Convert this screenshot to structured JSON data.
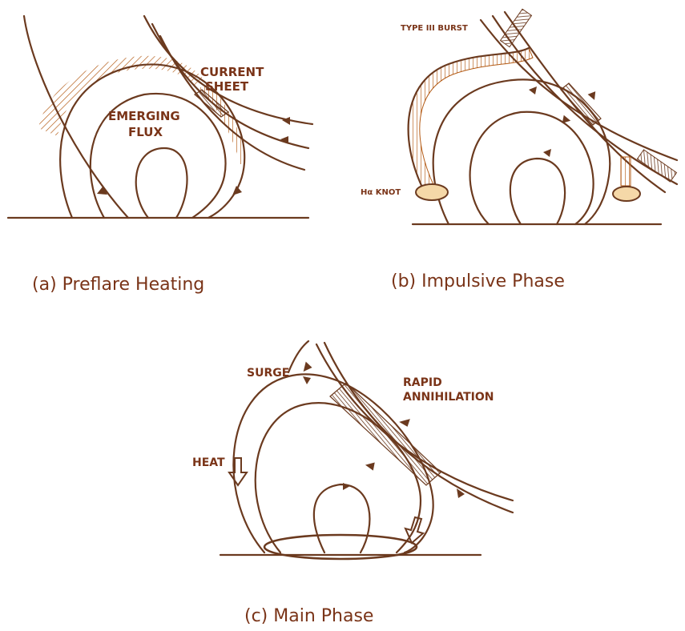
{
  "panel_a": {
    "caption": "(a)   Preflare Heating",
    "labels": {
      "current_sheet_1": "CURRENT",
      "current_sheet_2": "SHEET",
      "emerging_1": "EMERGING",
      "emerging_2": "FLUX"
    }
  },
  "panel_b": {
    "caption": "(b)      Impulsive Phase",
    "labels": {
      "type_burst": "TYPE III BURST",
      "ha_knot": "Hα KNOT"
    }
  },
  "panel_c": {
    "caption": "(c)    Main Phase",
    "labels": {
      "surge": "SURGE",
      "rapid_1": "RAPID",
      "rapid_2": "ANNIHILATION",
      "heat": "HEAT"
    }
  },
  "colors": {
    "ink": "#6b3a1f",
    "label": "#7a3418",
    "hatch": "#b35a14"
  }
}
